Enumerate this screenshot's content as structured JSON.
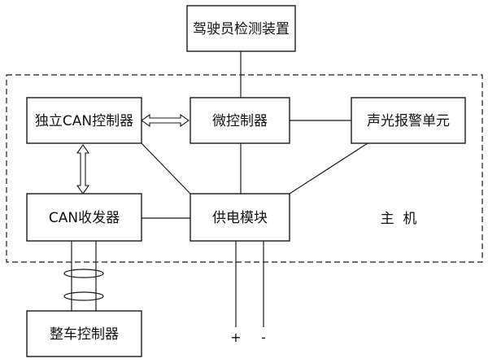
{
  "blocks": {
    "driver_detection": "驾驶员检测装置",
    "can_controller": "独立CAN控制器",
    "microcontroller": "微控制器",
    "sound_light_alarm": "声光报警单元",
    "can_transceiver": "CAN收发器",
    "power_module": "供电模块",
    "vehicle_controller": "整车控制器"
  },
  "host_label": "主  机",
  "power_terminals": {
    "positive": "+",
    "negative": "-"
  }
}
